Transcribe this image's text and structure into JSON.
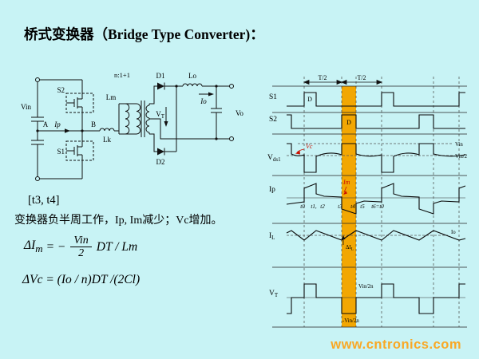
{
  "colors": {
    "background": "#C8F3F5",
    "highlight_band": "#F2A703",
    "annotation_red": "#CC1100",
    "watermark_orange": "#F9A825"
  },
  "title": {
    "zh": "桥式变换器（",
    "en": "Bridge Type Converter)",
    "colon": "："
  },
  "notes": {
    "interval": "[t3, t4]",
    "description": "变换器负半周工作，Ip, Im减少；Vc增加。"
  },
  "formulas": {
    "f1": {
      "lhs": "ΔI",
      "lhs_sub": "m",
      "rel": "= −",
      "num": "Vin",
      "den": "2",
      "tail": "DT / Lm"
    },
    "f2": "ΔVc = (Io / n)DT /(2Cl)"
  },
  "circuit": {
    "labels": {
      "vin": "Vin",
      "s2": "S2",
      "s1": "S1",
      "a": "A",
      "b": "B",
      "ip": "Ip",
      "lk": "Lk",
      "lm": "Lm",
      "ratio": "n:1+1",
      "d1": "D1",
      "d2": "D2",
      "lo": "Lo",
      "io": "Io",
      "vo": "Vo",
      "vt_main": "V",
      "vt_sub": "T"
    }
  },
  "waveforms": {
    "half_period": "T/2",
    "duty": "D",
    "rows": [
      {
        "main": "S1",
        "sub": ""
      },
      {
        "main": "S2",
        "sub": ""
      },
      {
        "main": "V",
        "sub": "ds1"
      },
      {
        "main": "Ip",
        "sub": ""
      },
      {
        "main": "I",
        "sub": "L"
      },
      {
        "main": "V",
        "sub": "T"
      }
    ],
    "time_labels": [
      "t0",
      "t1,",
      "t2",
      "t3",
      "t4",
      "t5",
      "t6=t0"
    ],
    "annotations": {
      "vc": "Vc",
      "im": "Im",
      "vin": "Vin",
      "vin_half": "Vin/2",
      "io": "Io",
      "delta_il_main": "ΔI",
      "delta_il_sub": "L",
      "vt_pos": "Vin/2n",
      "vt_neg": "-Vin/2n"
    }
  },
  "watermark": "www.cntronics.com"
}
